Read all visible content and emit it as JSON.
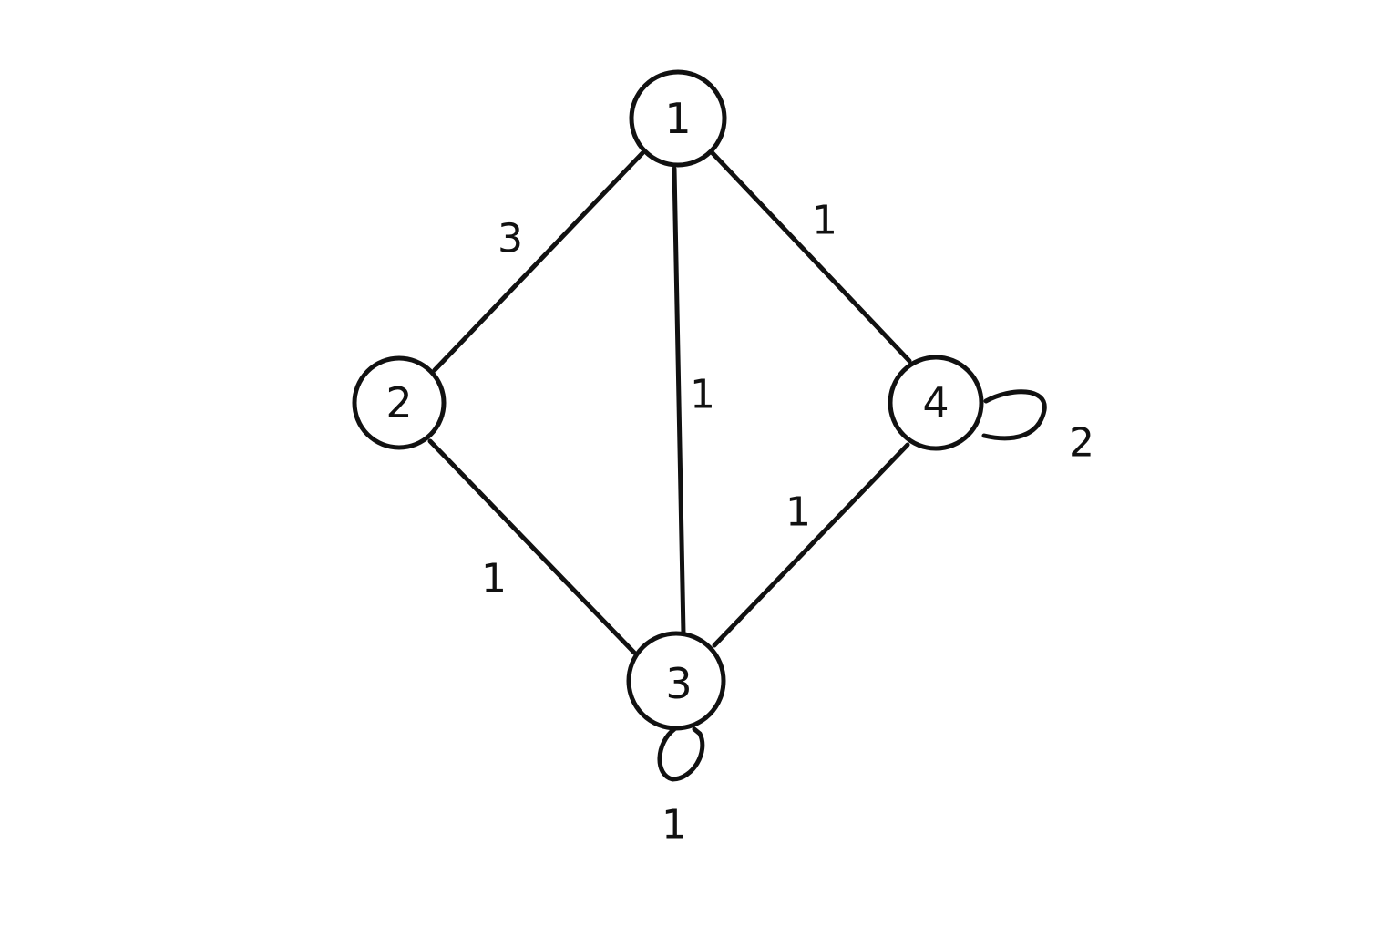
{
  "nodes": [
    {
      "id": "1",
      "label": "1"
    },
    {
      "id": "2",
      "label": "2"
    },
    {
      "id": "3",
      "label": "3"
    },
    {
      "id": "4",
      "label": "4"
    }
  ],
  "edges": [
    {
      "from": "1",
      "to": "2",
      "weight": "3"
    },
    {
      "from": "1",
      "to": "3",
      "weight": "1"
    },
    {
      "from": "1",
      "to": "4",
      "weight": "1"
    },
    {
      "from": "2",
      "to": "3",
      "weight": "1"
    },
    {
      "from": "4",
      "to": "3",
      "weight": "1"
    },
    {
      "from": "4",
      "to": "4",
      "weight": "2"
    },
    {
      "from": "3",
      "to": "3",
      "weight": "1"
    }
  ],
  "colors": {
    "stroke": "#111111",
    "background": "#ffffff"
  }
}
